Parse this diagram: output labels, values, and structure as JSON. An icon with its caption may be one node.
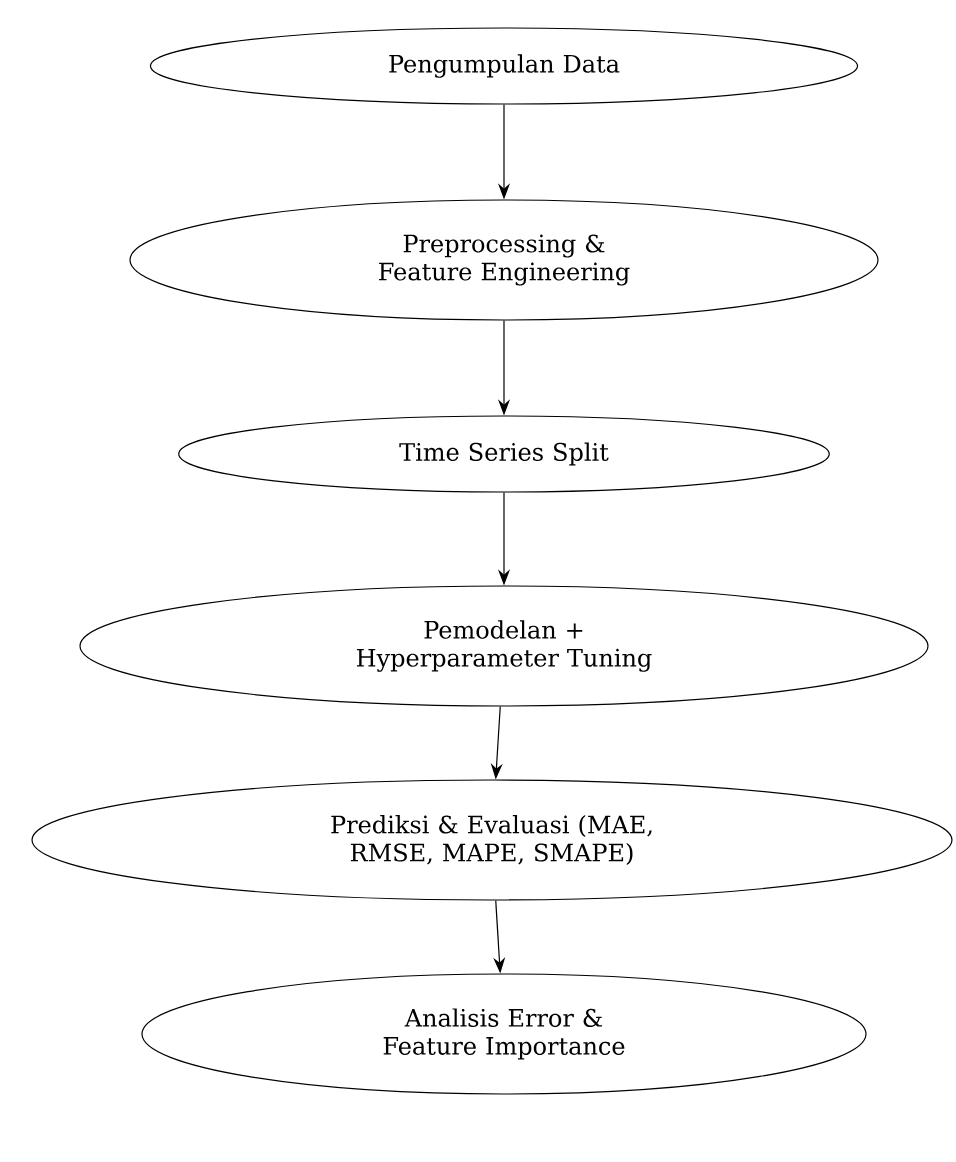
{
  "diagram": {
    "nodes": [
      {
        "text": [
          "Pengumpulan Data"
        ]
      },
      {
        "text": [
          "Preprocessing & Feature Engineering"
        ]
      },
      {
        "text": [
          "Time Series Split"
        ]
      },
      {
        "text": [
          "Pemodelan + Hyperparameter Tuning"
        ]
      },
      {
        "text": [
          "Prediksi & Evaluasi (MAE, RMSE, MAPE, SMAPE)"
        ]
      },
      {
        "text": [
          "Analisis Error & Feature Importance"
        ]
      }
    ],
    "edges": [
      {
        "from": 0,
        "to": 1,
        "arrow": "to"
      },
      {
        "from": 1,
        "to": 2,
        "arrow": "to"
      },
      {
        "from": 2,
        "to": 3,
        "arrow": "to"
      },
      {
        "from": 3,
        "to": 4,
        "arrow": "to"
      },
      {
        "from": 4,
        "to": 5,
        "arrow": "to"
      }
    ]
  }
}
